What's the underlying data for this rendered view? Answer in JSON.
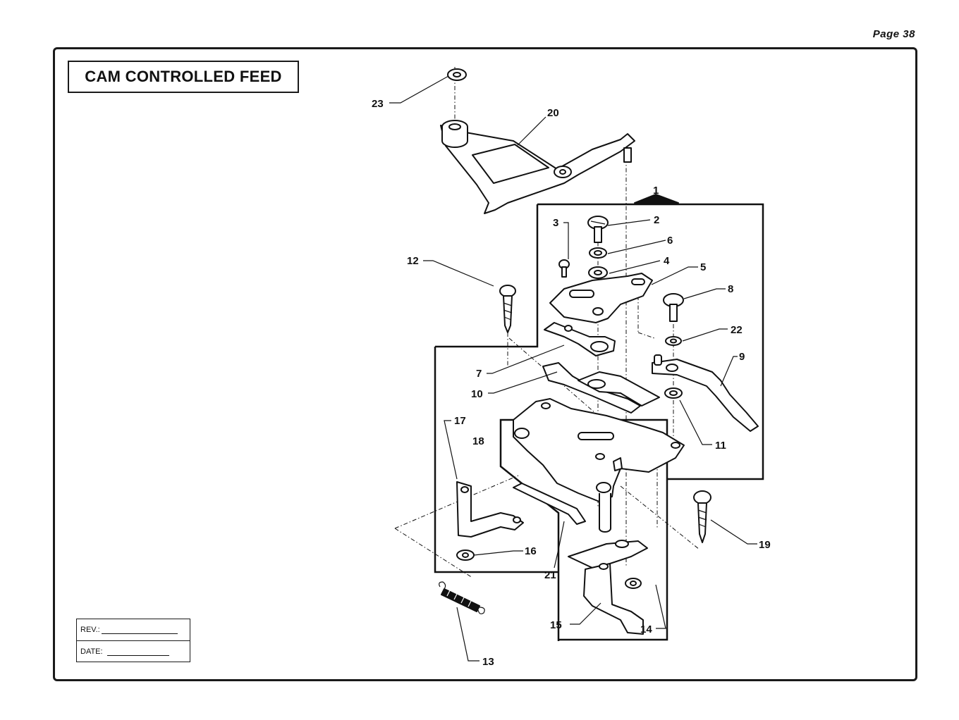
{
  "page": {
    "number_label": "Page 38"
  },
  "title": "CAM CONTROLLED FEED",
  "revision": {
    "rev_label": "REV.:",
    "date_label": "DATE:"
  },
  "callouts": [
    "1",
    "2",
    "3",
    "4",
    "5",
    "6",
    "7",
    "8",
    "9",
    "10",
    "11",
    "12",
    "13",
    "14",
    "15",
    "16",
    "17",
    "18",
    "19",
    "20",
    "21",
    "22",
    "23"
  ]
}
